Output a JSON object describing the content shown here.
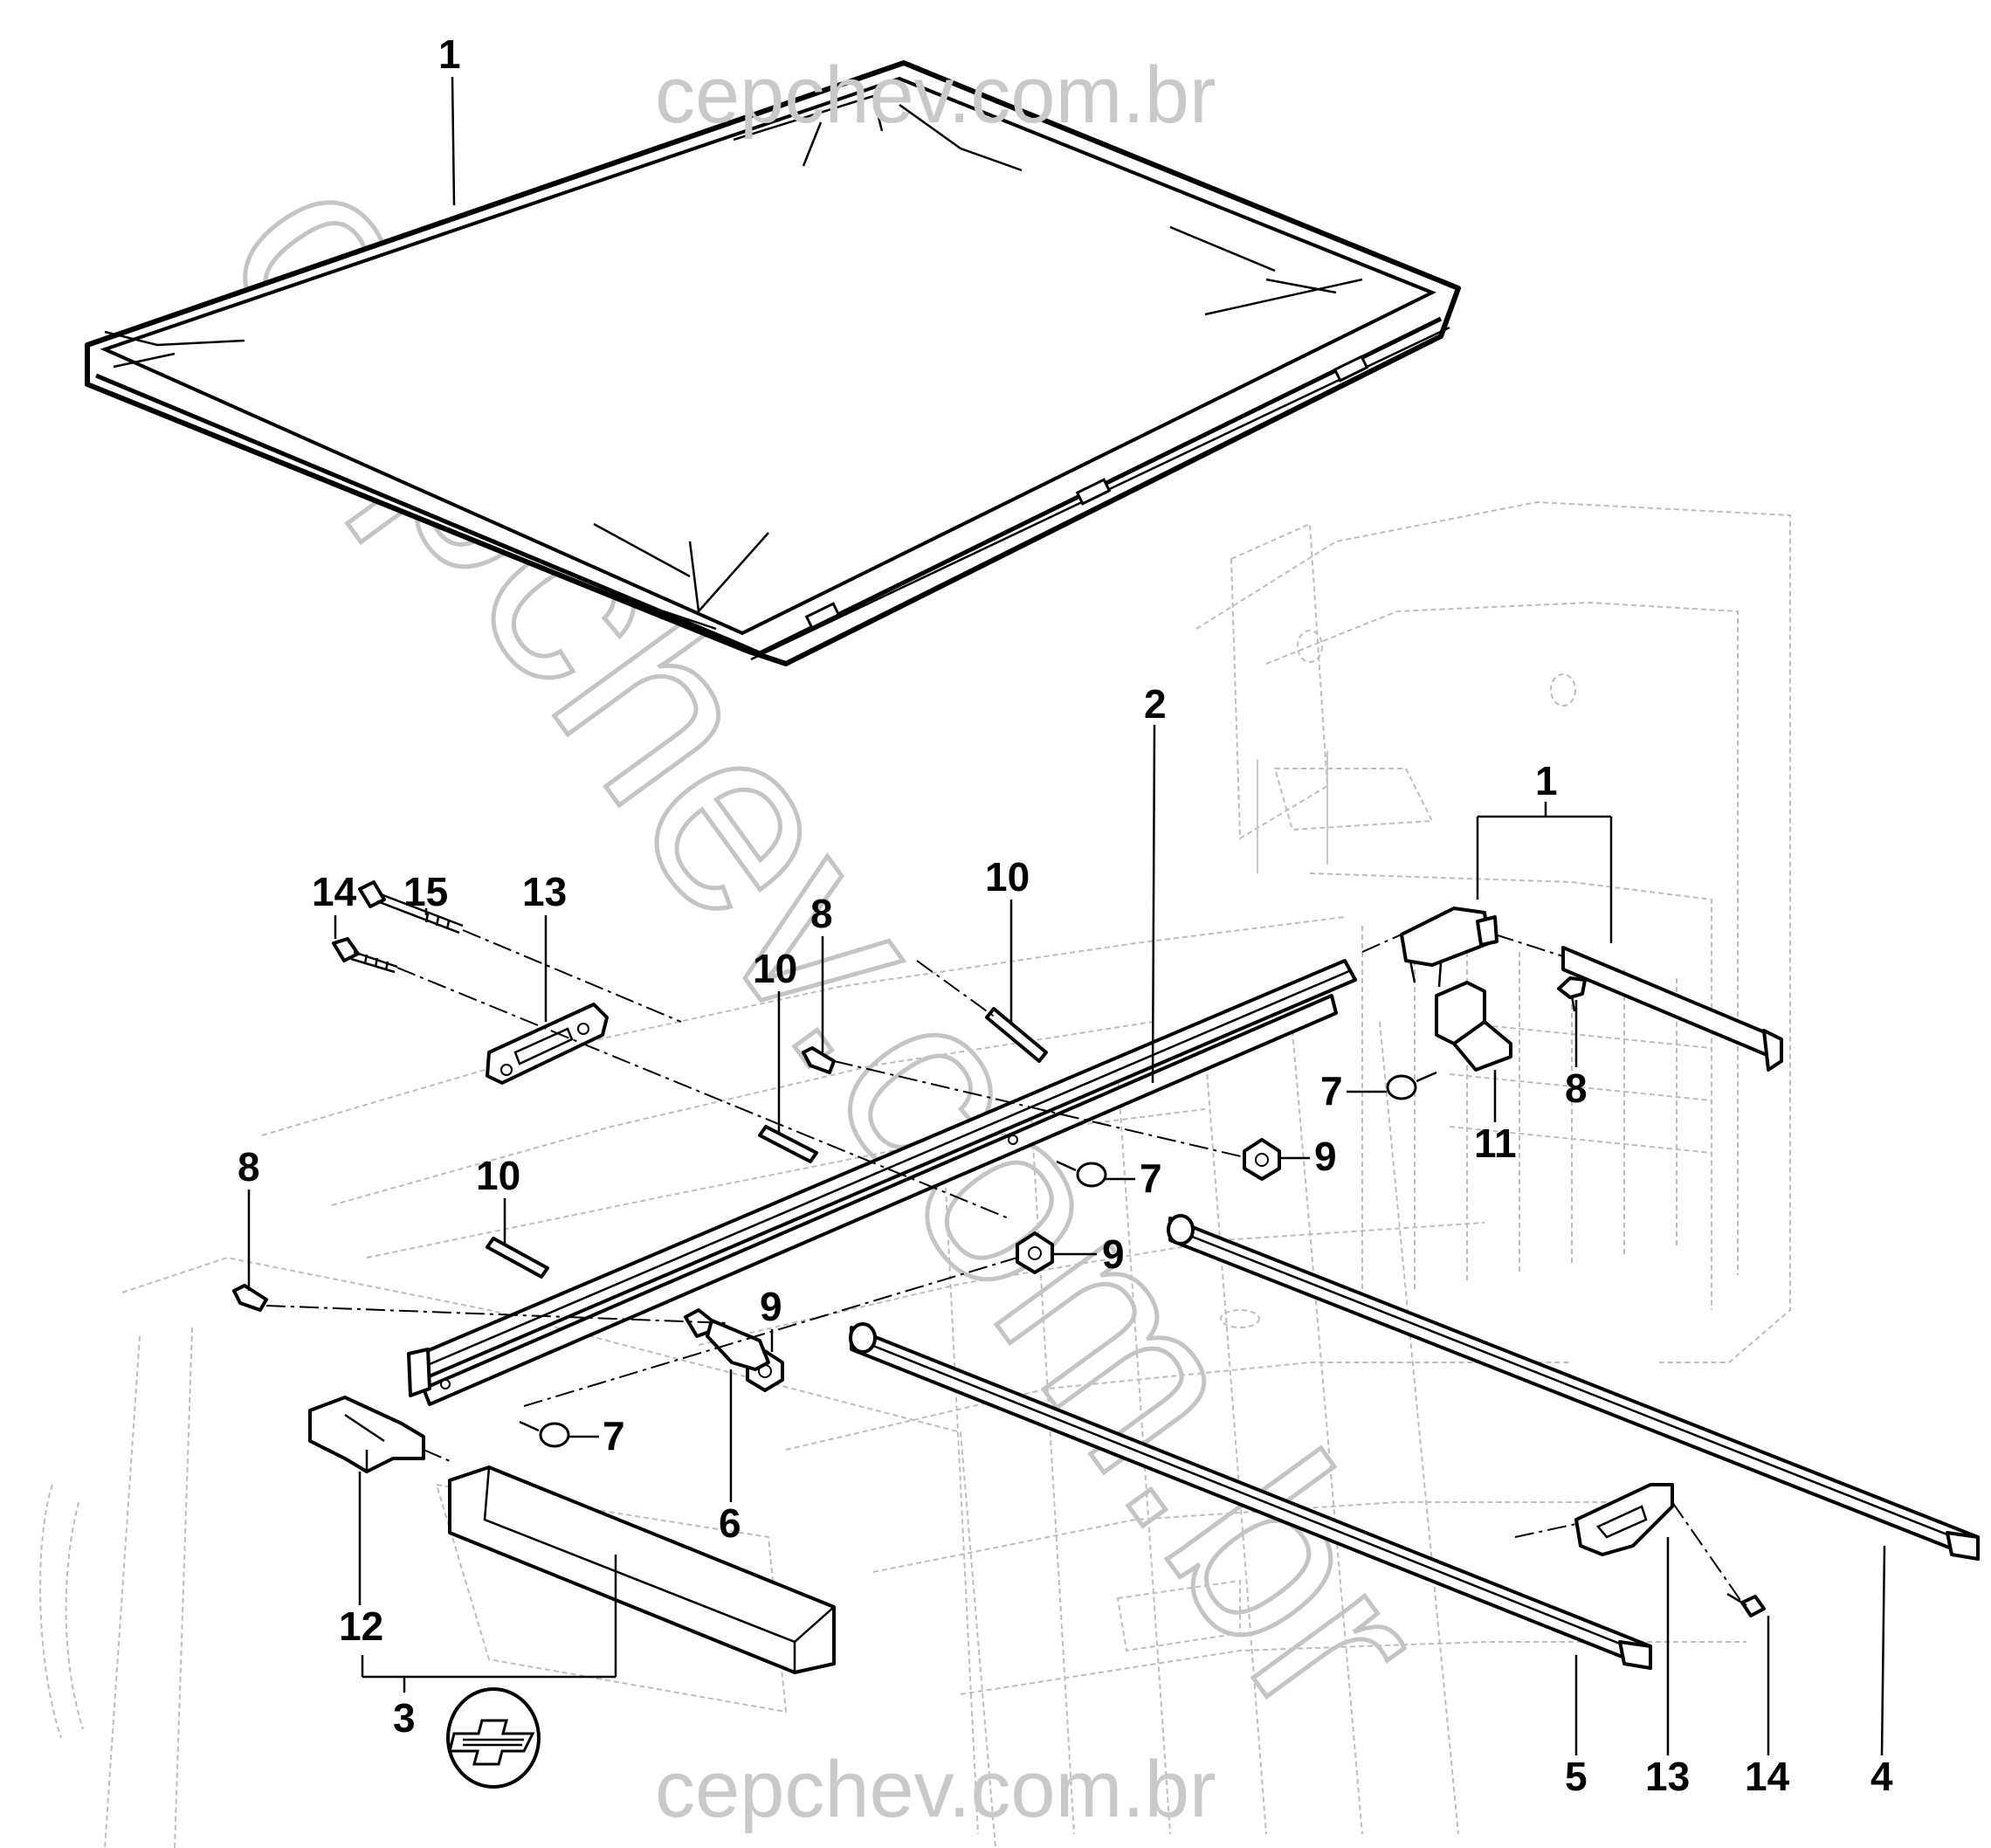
{
  "watermark": {
    "top": "cepchev.com.br",
    "bottom": "cepchev.com.br",
    "diagonal": "cepchev.com.br"
  },
  "callouts": {
    "tonneau_cover": "1",
    "end_bracket_set": "1",
    "front_rail": "2",
    "tailgate_rail": "3",
    "right_rail": "4",
    "left_rail": "5",
    "latch_stud": "6",
    "screw_center": "7",
    "screw_right": "7",
    "screw_front": "7",
    "stud_right": "8",
    "stud_center": "8",
    "stud_left": "8",
    "nut_right": "9",
    "nut_center": "9",
    "nut_front": "9",
    "pin_top": "10",
    "pin_middle": "10",
    "pin_left": "10",
    "clip_bracket": "11",
    "tailgate_bracket": "12",
    "handle_left": "13",
    "handle_right": "13",
    "bolt_left": "14",
    "bolt_right": "14",
    "long_bolt": "15"
  }
}
